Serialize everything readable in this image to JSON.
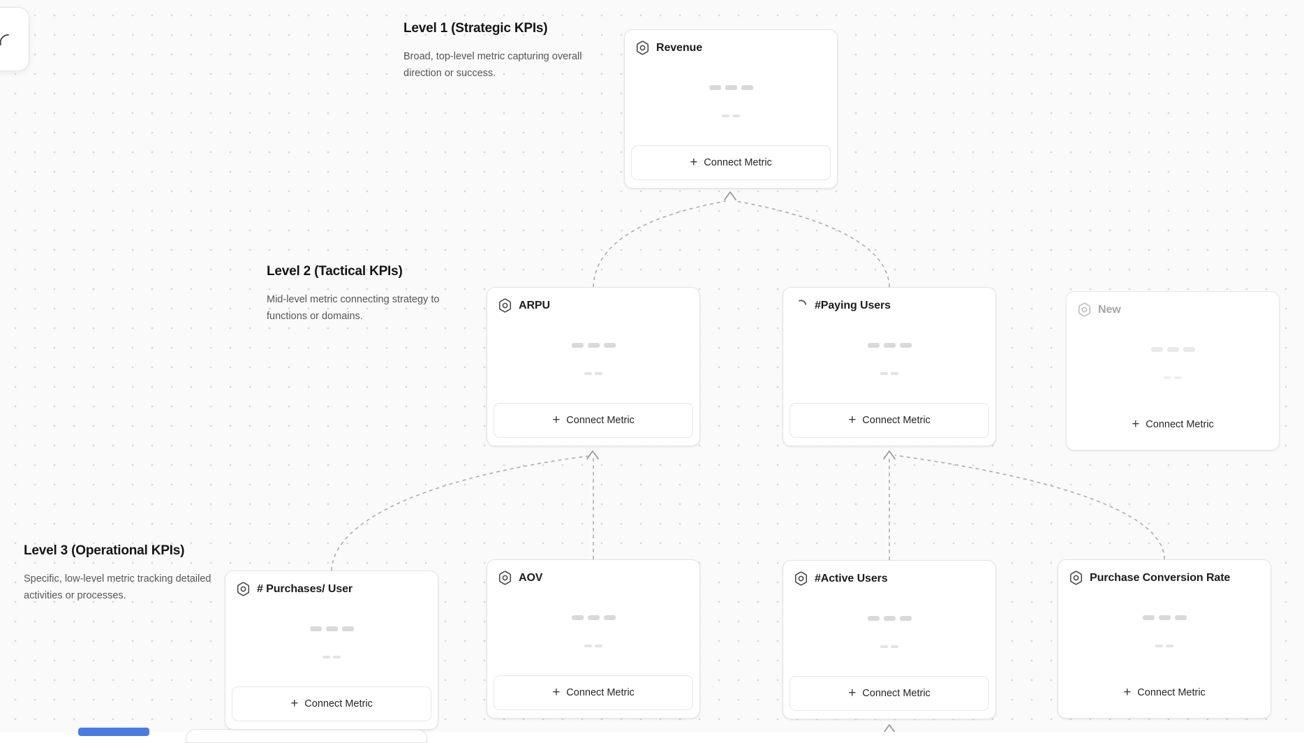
{
  "colors": {
    "canvas_background": "#fafafa",
    "grid_dot": "#d7d7d7",
    "card_border": "#e4e4e4",
    "connector": "#acacac",
    "accent_blue": "#4a7be4"
  },
  "levels": [
    {
      "title": "Level 1 (Strategic KPIs)",
      "description": "Broad, top-level metric capturing overall direction or success."
    },
    {
      "title": "Level 2 (Tactical KPIs)",
      "description": "Mid-level metric connecting strategy to functions or domains."
    },
    {
      "title": "Level 3 (Operational KPIs)",
      "description": "Specific, low-level metric tracking detailed activities or processes."
    }
  ],
  "nodes": [
    {
      "title": "Revenue",
      "icon": "hexagon-metric-icon",
      "state": "default"
    },
    {
      "title": "ARPU",
      "icon": "hexagon-metric-icon",
      "state": "default"
    },
    {
      "title": "#Paying Users",
      "icon": "spinner-icon",
      "state": "loading"
    },
    {
      "title": "New",
      "icon": "hexagon-metric-icon",
      "state": "draft"
    },
    {
      "title": "# Purchases/ User",
      "icon": "hexagon-metric-icon",
      "state": "default"
    },
    {
      "title": "AOV",
      "icon": "hexagon-metric-icon",
      "state": "default"
    },
    {
      "title": "#Active Users",
      "icon": "hexagon-metric-icon",
      "state": "default"
    },
    {
      "title": "Purchase Conversion Rate",
      "icon": "hexagon-metric-icon",
      "state": "default"
    }
  ],
  "ui": {
    "connect_metric_label": "Connect Metric",
    "plus_glyph": "+"
  }
}
